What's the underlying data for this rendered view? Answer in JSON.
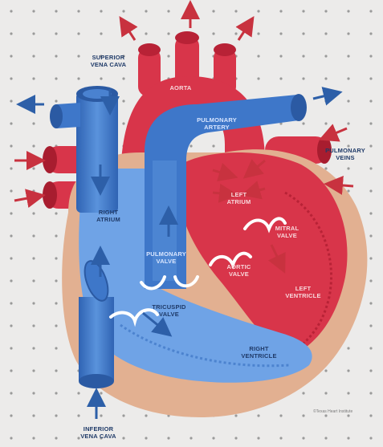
{
  "labels": {
    "superior_vena_cava": "SUPERIOR\nVENA CAVA",
    "aorta": "AORTA",
    "pulmonary_artery": "PULMONARY\nARTERY",
    "pulmonary_veins": "PULMONARY\nVEINS",
    "left_atrium": "LEFT\nATRIUM",
    "right_atrium": "RIGHT\nATRIUM",
    "mitral_valve": "MITRAL\nVALVE",
    "pulmonary_valve": "PULMONARY\nVALVE",
    "aortic_valve": "AORTIC\nVALVE",
    "left_ventricle": "LEFT\nVENTRICLE",
    "tricuspid_valve": "TRICUSPID\nVALVE",
    "right_ventricle": "RIGHT\nVENTRICLE",
    "inferior_vena_cava": "INFERIOR\nVENA CAVA"
  },
  "credit": "©Texas Heart Institute",
  "colors": {
    "oxygenated_red": "#d8354a",
    "deoxygenated_blue": "#3e77c9",
    "muscle_tan": "#e2b091",
    "arrow_red": "#c8323f",
    "arrow_blue": "#2d5fa8"
  }
}
